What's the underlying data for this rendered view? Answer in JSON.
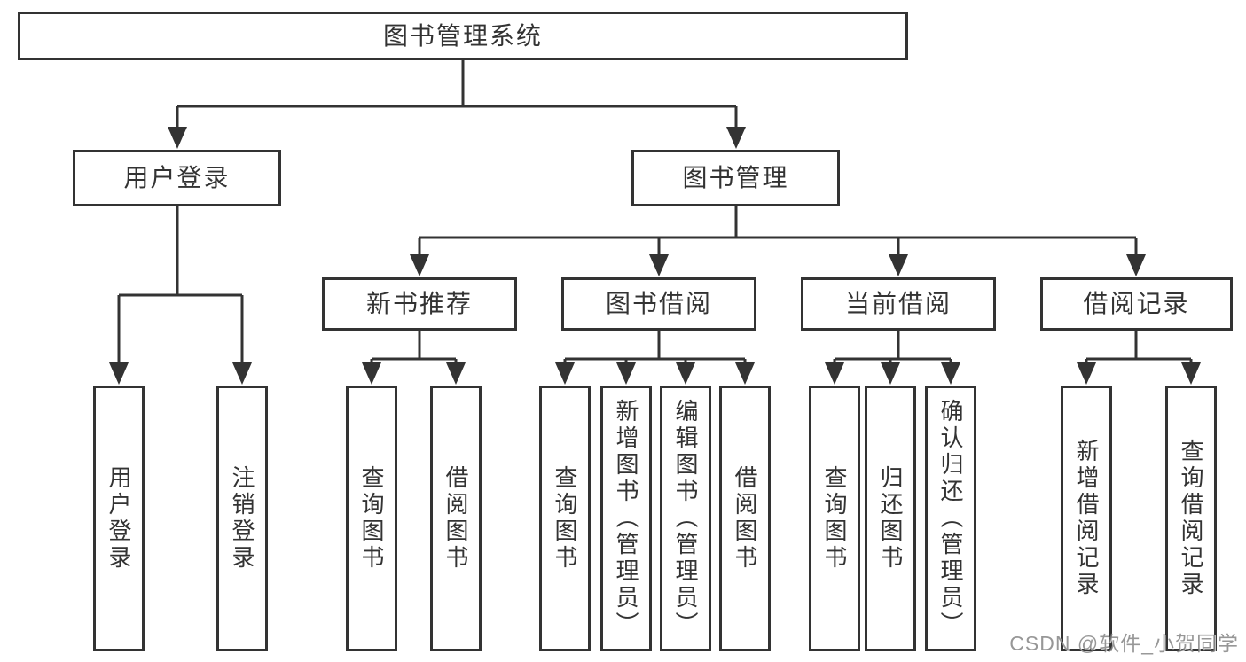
{
  "tree": {
    "label": "图书管理系统",
    "children": [
      {
        "label": "用户登录",
        "children": [
          {
            "label": "用户登录"
          },
          {
            "label": "注销登录"
          }
        ]
      },
      {
        "label": "图书管理",
        "children": [
          {
            "label": "新书推荐",
            "children": [
              {
                "label": "查询图书"
              },
              {
                "label": "借阅图书"
              }
            ]
          },
          {
            "label": "图书借阅",
            "children": [
              {
                "label": "查询图书"
              },
              {
                "label": "新增图书（管理员）"
              },
              {
                "label": "编辑图书（管理员）"
              },
              {
                "label": "借阅图书"
              }
            ]
          },
          {
            "label": "当前借阅",
            "children": [
              {
                "label": "查询图书"
              },
              {
                "label": "归还图书"
              },
              {
                "label": "确认归还（管理员）"
              }
            ]
          },
          {
            "label": "借阅记录",
            "children": [
              {
                "label": "新增借阅记录"
              },
              {
                "label": "查询借阅记录"
              }
            ]
          }
        ]
      }
    ]
  },
  "watermark": {
    "text": "CSDN @软件_小贺同学"
  },
  "colors": {
    "line": "#333333",
    "box_border": "#333333",
    "text": "#333333",
    "watermark_text": "#7d7d7d",
    "background": "#ffffff"
  }
}
